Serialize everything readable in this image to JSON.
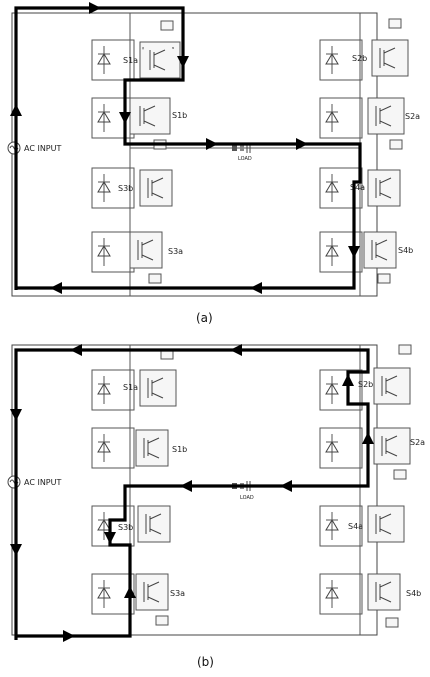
{
  "diagrams": [
    {
      "caption": "(a)",
      "source_label": "AC INPUT",
      "load_label": "LOAD",
      "switches": {
        "s1a": "S1a",
        "s1b": "S1b",
        "s2b": "S2b",
        "s2a": "S2a",
        "s3b": "S3b",
        "s3a": "S3a",
        "s4a": "S4a",
        "s4b": "S4b"
      }
    },
    {
      "caption": "(b)",
      "source_label": "AC INPUT",
      "load_label": "LOAD",
      "switches": {
        "s1a": "S1a",
        "s1b": "S1b",
        "s2b": "S2b",
        "s2a": "S2a",
        "s3b": "S3b",
        "s3a": "S3a",
        "s4a": "S4a",
        "s4b": "S4b"
      }
    }
  ],
  "colors": {
    "line": "#555555",
    "current_path": "#000000"
  }
}
